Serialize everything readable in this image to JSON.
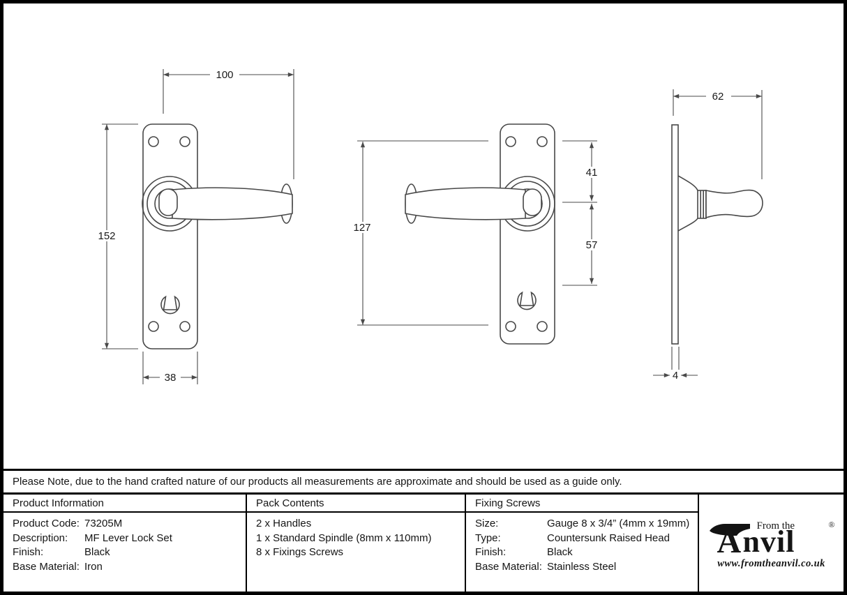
{
  "note": "Please Note, due to the hand crafted nature of our products all measurements are approximate and should be used as a guide only.",
  "drawings": {
    "front_view": {
      "dim_width_overall": "100",
      "dim_height": "152",
      "dim_plate_width": "38"
    },
    "reversed_view": {
      "dim_fixing_centres": "127",
      "dim_top_to_lever": "41",
      "dim_lever_to_keyhole": "57"
    },
    "side_view": {
      "dim_projection": "62",
      "dim_plate_thickness": "4"
    }
  },
  "table": {
    "product_information": {
      "header": "Product Information",
      "rows": [
        {
          "label": "Product Code:",
          "value": "73205M"
        },
        {
          "label": "Description:",
          "value": "MF Lever Lock Set"
        },
        {
          "label": "Finish:",
          "value": "Black"
        },
        {
          "label": "Base Material:",
          "value": "Iron"
        }
      ]
    },
    "pack_contents": {
      "header": "Pack Contents",
      "items": [
        "2 x Handles",
        "1 x Standard Spindle (8mm x 110mm)",
        "8 x Fixings Screws"
      ]
    },
    "fixing_screws": {
      "header": "Fixing Screws",
      "rows": [
        {
          "label": "Size:",
          "value": "Gauge 8 x 3/4” (4mm x 19mm)"
        },
        {
          "label": "Type:",
          "value": "Countersunk Raised Head"
        },
        {
          "label": "Finish:",
          "value": "Black"
        },
        {
          "label": "Base Material:",
          "value": "Stainless Steel"
        }
      ]
    }
  },
  "logo": {
    "tagline": "From the",
    "name_initial": "A",
    "name_rest": "nvil",
    "registered": "®",
    "url": "www.fromtheanvil.co.uk"
  }
}
